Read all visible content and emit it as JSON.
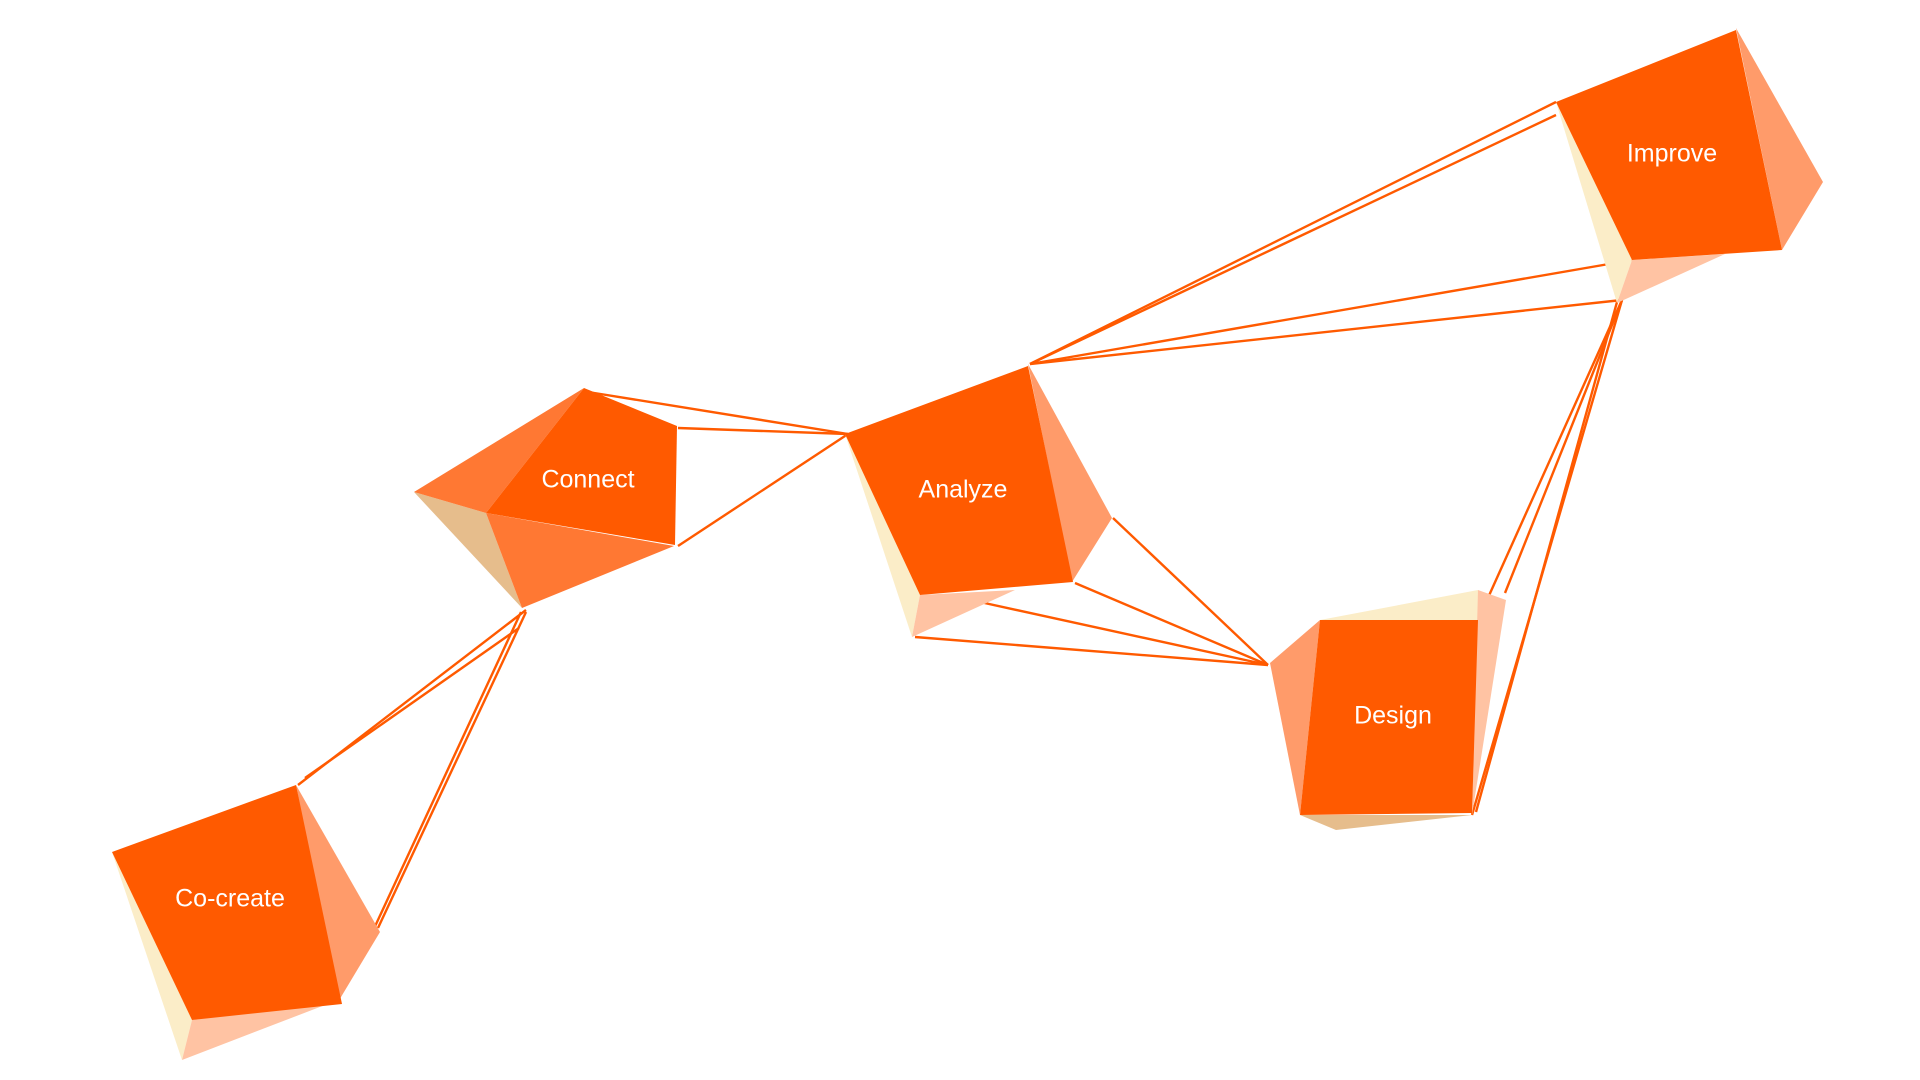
{
  "colors": {
    "primary": "#ff5a00",
    "mid": "#ff7833",
    "light": "#ff9b6a",
    "pale": "#ffc3a3",
    "cream": "#fbedc8",
    "tan": "#e6bd8c",
    "background": "#ffffff"
  },
  "nodes": [
    {
      "id": "co-create",
      "label": "Co-create"
    },
    {
      "id": "connect",
      "label": "Connect"
    },
    {
      "id": "analyze",
      "label": "Analyze"
    },
    {
      "id": "design",
      "label": "Design"
    },
    {
      "id": "improve",
      "label": "Improve"
    }
  ],
  "connections": [
    {
      "from": "co-create",
      "to": "connect"
    },
    {
      "from": "connect",
      "to": "analyze"
    },
    {
      "from": "analyze",
      "to": "design"
    },
    {
      "from": "analyze",
      "to": "improve"
    },
    {
      "from": "design",
      "to": "improve"
    }
  ]
}
